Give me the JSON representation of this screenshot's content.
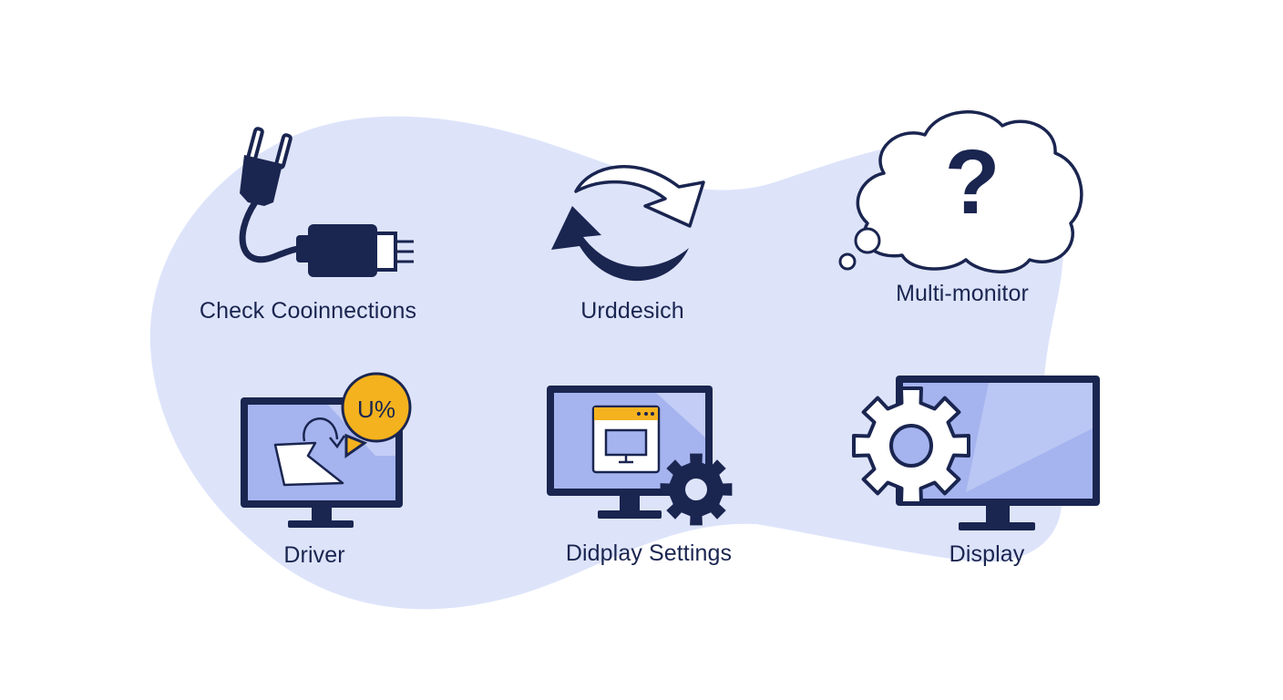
{
  "colors": {
    "navy": "#1a2550",
    "blob": "#dde4fa",
    "screen": "#a5b4ef",
    "screen_light": "#c3cdf5",
    "amber": "#f4b21e",
    "white": "#ffffff"
  },
  "items": [
    {
      "label": "Check Cooinnections",
      "icon": "plug-cable-icon"
    },
    {
      "label": "Urddesich",
      "icon": "refresh-arrows-icon"
    },
    {
      "label": "Multi-monitor",
      "icon": "question-cloud-icon"
    },
    {
      "label": "Driver",
      "icon": "driver-monitor-icon",
      "badge": "U%"
    },
    {
      "label": "Didplay Settings",
      "icon": "settings-monitor-icon"
    },
    {
      "label": "Display",
      "icon": "display-gear-icon"
    }
  ]
}
